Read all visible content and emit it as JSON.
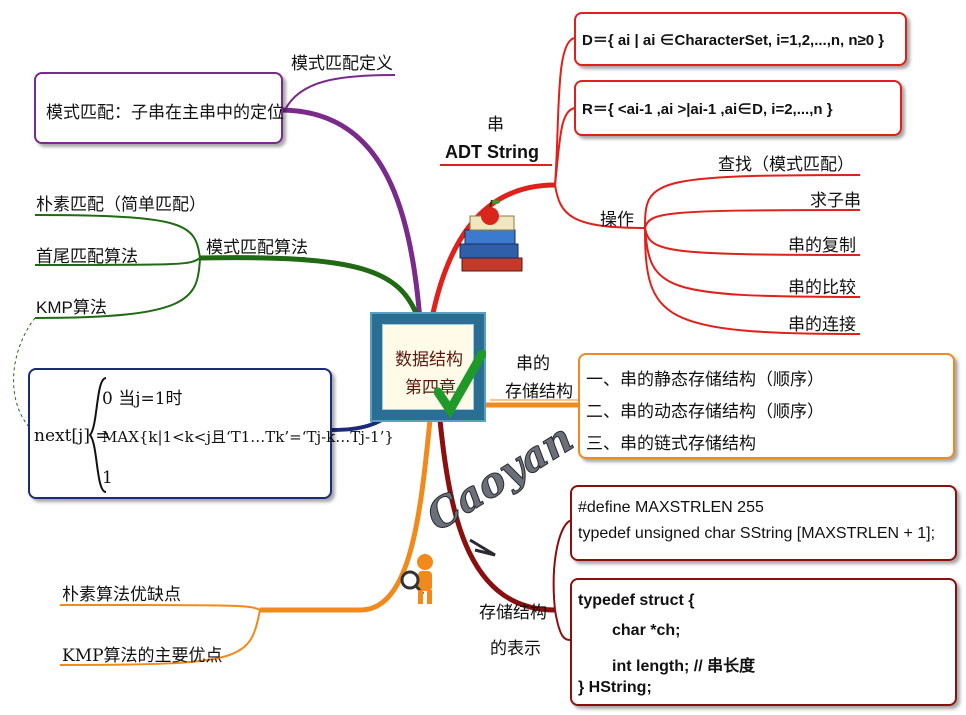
{
  "center": {
    "line1": "数据结构",
    "line2": "第四章"
  },
  "left": {
    "definition_branch": "模式匹配定义",
    "definition_box": "模式匹配：子串在主串中的定位",
    "algorithms_branch": "模式匹配算法",
    "algorithms": [
      "朴素匹配（简单匹配）",
      "首尾匹配算法",
      "KMP算法"
    ],
    "next_formula": {
      "lhs": "next[j] =",
      "case1": "0 当j=1时",
      "case2": "MAX{k|1<k<j且‘T1…Tk’=‘Tj-k…Tj-1’}",
      "case3": "1"
    },
    "pros_cons": [
      "朴素算法优缺点",
      "KMP算法的主要优点"
    ]
  },
  "right": {
    "adt_label_top": "串",
    "adt_label_bottom": "ADT String",
    "d_def": "D＝{ ai | ai ∈CharacterSet, i=1,2,...,n, n≥0 }",
    "r_def": "R＝{ <ai-1 ,ai >|ai-1 ,ai∈D, i=2,...,n }",
    "ops_branch": "操作",
    "ops": [
      "查找（模式匹配）",
      "求子串",
      "串的复制",
      "串的比较",
      "串的连接"
    ],
    "storage_branch_line1": "串的",
    "storage_branch_line2": "存储结构",
    "storage_items": [
      "一、串的静态存储结构（顺序）",
      "二、串的动态存储结构（顺序）",
      "三、串的链式存储结构"
    ],
    "repr_branch_line1": "存储结构",
    "repr_branch_line2": "的表示",
    "code1": [
      "#define MAXSTRLEN 255",
      "typedef unsigned char SString [MAXSTRLEN + 1];"
    ],
    "code2": [
      "typedef struct {",
      "char *ch;",
      "int length; // 串长度",
      "} HString;"
    ]
  },
  "watermark": "Caoyan",
  "colors": {
    "red": "#e0201a",
    "purple": "#7a2a8a",
    "green": "#1f6a12",
    "navy": "#1c2a7a",
    "orange": "#f08a1c",
    "maroon": "#8a1010"
  }
}
